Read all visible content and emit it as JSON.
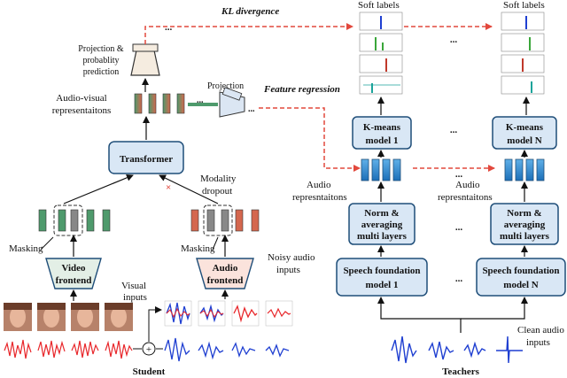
{
  "colors": {
    "box_fill": "#d9e7f5",
    "box_stroke": "#1f4e79",
    "frontend_fill": "#e3efe6",
    "audio_frontend_fill": "#fbe3dc",
    "green_token": "#4e9a6c",
    "red_token": "#d4674e",
    "blue_token": "#2e8bd1",
    "dashed_red": "#e2483d",
    "dropout_x": "#e2483d",
    "wave_red": "#e8262a",
    "wave_blue": "#1f3fd1"
  },
  "labels": {
    "kl_divergence": "KL divergence",
    "soft_labels_1": "Soft labels",
    "soft_labels_2": "Soft labels",
    "projection_prob": [
      "Projection &",
      "probablity",
      "prediction"
    ],
    "projection": "Projection",
    "feature_regression": "Feature regression",
    "av_repr": [
      "Audio-visual",
      "representaitons"
    ],
    "transformer": "Transformer",
    "modality_dropout": [
      "Modality",
      "dropout"
    ],
    "audio_repr_1": [
      "Audio",
      "represntaitons"
    ],
    "audio_repr_2": [
      "Audio",
      "represntaitons"
    ],
    "masking_1": "Masking",
    "masking_2": "Masking",
    "video_frontend": [
      "Video",
      "frontend"
    ],
    "audio_frontend": [
      "Audio",
      "frontend"
    ],
    "visual_inputs": [
      "Visual",
      "inputs"
    ],
    "noisy_audio_inputs": [
      "Noisy audio",
      "inputs"
    ],
    "kmeans_1": [
      "K-means",
      "model 1"
    ],
    "kmeans_2": [
      "K-means",
      "model N"
    ],
    "norm_1": [
      "Norm &",
      "averaging",
      "multi layers"
    ],
    "norm_2": [
      "Norm &",
      "averaging",
      "multi layers"
    ],
    "speech_1": [
      "Speech foundation",
      "model 1"
    ],
    "speech_2": [
      "Speech foundation",
      "model N"
    ],
    "clean_audio_inputs": [
      "Clean audio",
      "inputs"
    ],
    "student": "Student",
    "teachers": "Teachers",
    "ellipsis": "...",
    "plus": "+",
    "dropout_mark": "×"
  }
}
